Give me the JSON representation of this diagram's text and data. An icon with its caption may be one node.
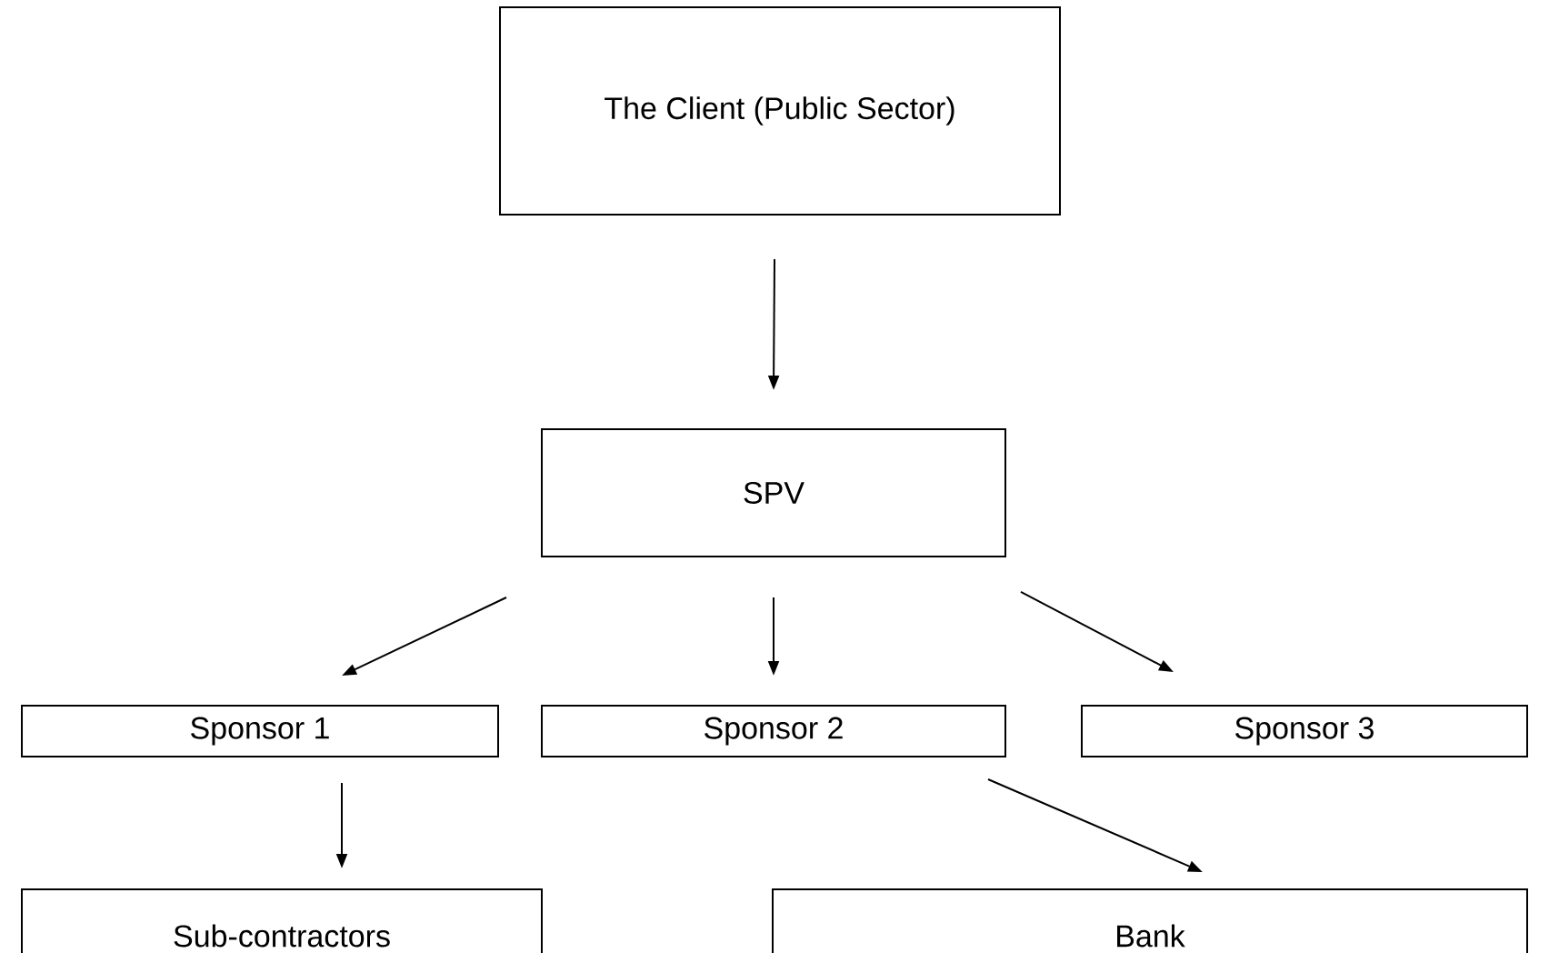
{
  "diagram": {
    "nodes": [
      {
        "text": [
          "The Client (Public Sector)"
        ]
      },
      {
        "text": [
          "SPV"
        ]
      },
      {
        "text": [
          "Sponsor 1"
        ]
      },
      {
        "text": [
          "Sponsor 2"
        ]
      },
      {
        "text": [
          "Sponsor 3"
        ]
      },
      {
        "text": [
          "Sub-contractors"
        ]
      },
      {
        "text": [
          "Bank"
        ]
      }
    ],
    "edges": [
      {
        "from": 0,
        "to": 1,
        "arrow": "to"
      },
      {
        "from": 1,
        "to": 2,
        "arrow": "to"
      },
      {
        "from": 1,
        "to": 3,
        "arrow": "to"
      },
      {
        "from": 1,
        "to": 4,
        "arrow": "to"
      },
      {
        "from": 2,
        "to": 5,
        "arrow": "to"
      },
      {
        "from": 3,
        "to": 6,
        "arrow": "to"
      }
    ]
  }
}
